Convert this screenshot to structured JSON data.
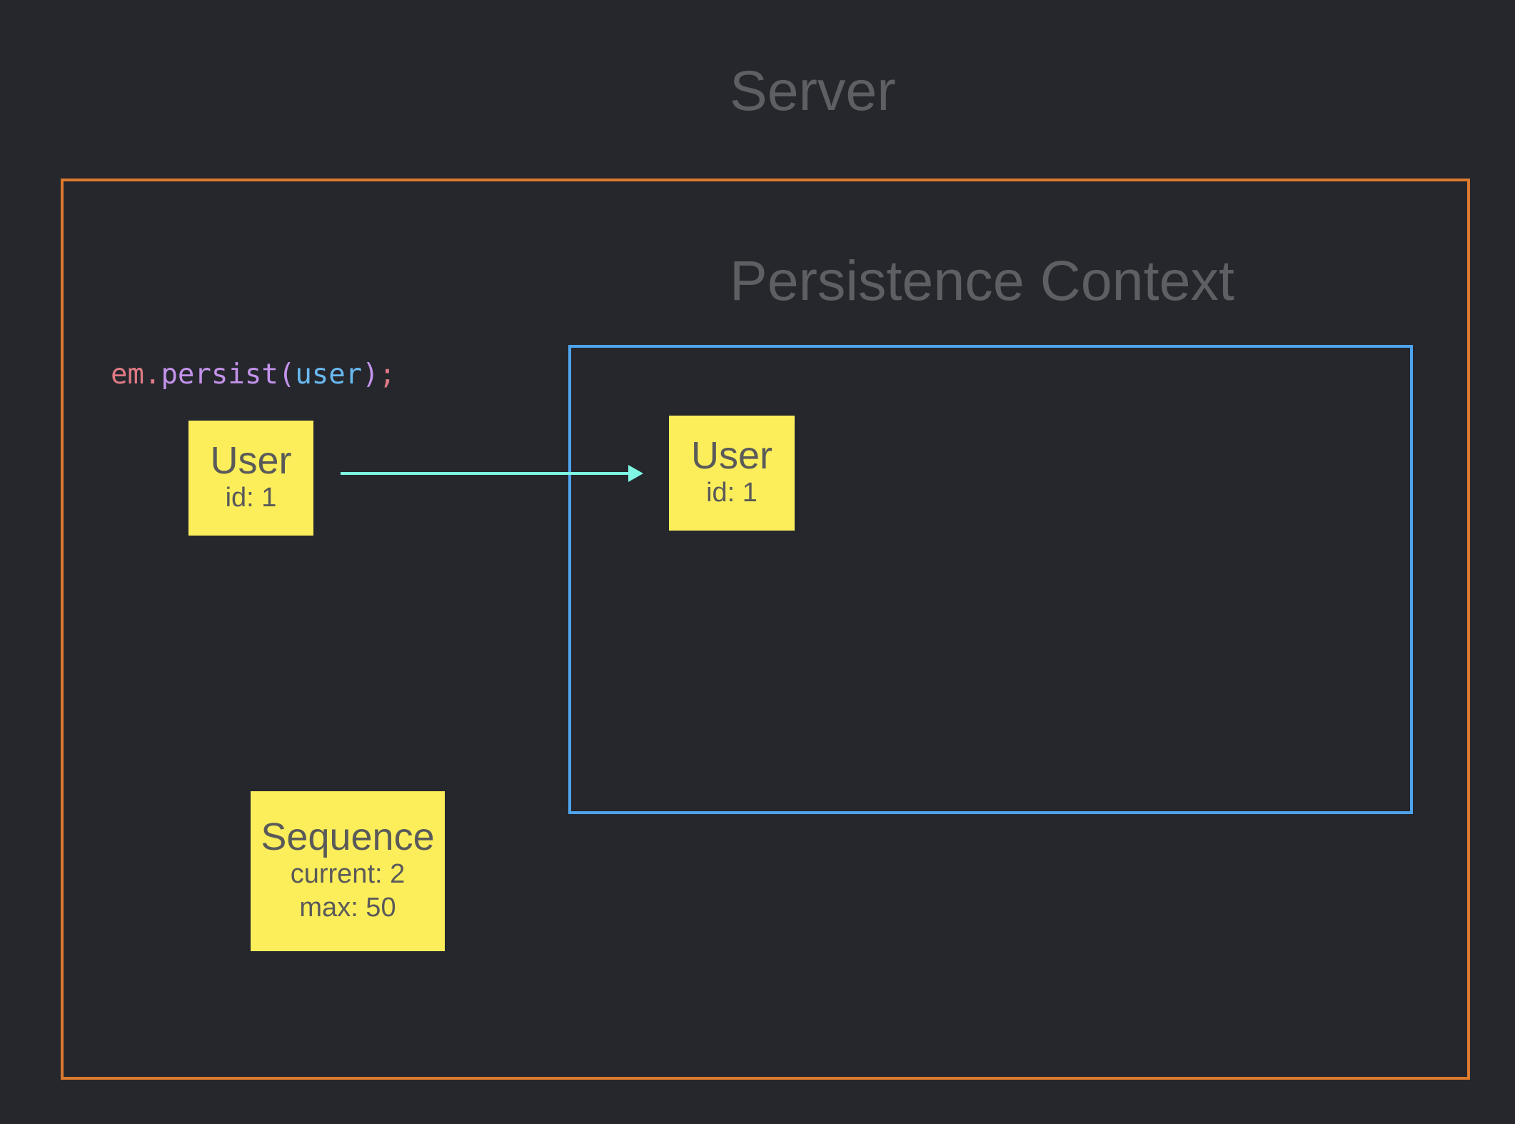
{
  "titles": {
    "server": "Server",
    "persistence_context": "Persistence Context"
  },
  "code": {
    "object": "em",
    "dot": ".",
    "method": "persist",
    "open_paren": "(",
    "argument": "user",
    "close": ")",
    "semicolon": ";"
  },
  "notes": {
    "user_left": {
      "title": "User",
      "detail": "id: 1"
    },
    "user_right": {
      "title": "User",
      "detail": "id: 1"
    },
    "sequence": {
      "title": "Sequence",
      "current": "current: 2",
      "max": "max: 50"
    }
  },
  "colors": {
    "background": "#25272d",
    "server_border": "#dd7a2e",
    "persistence_border": "#4ea3ee",
    "note_fill": "#fbee5a",
    "arrow": "#7ff5e3",
    "title_text": "#5d5f63"
  }
}
